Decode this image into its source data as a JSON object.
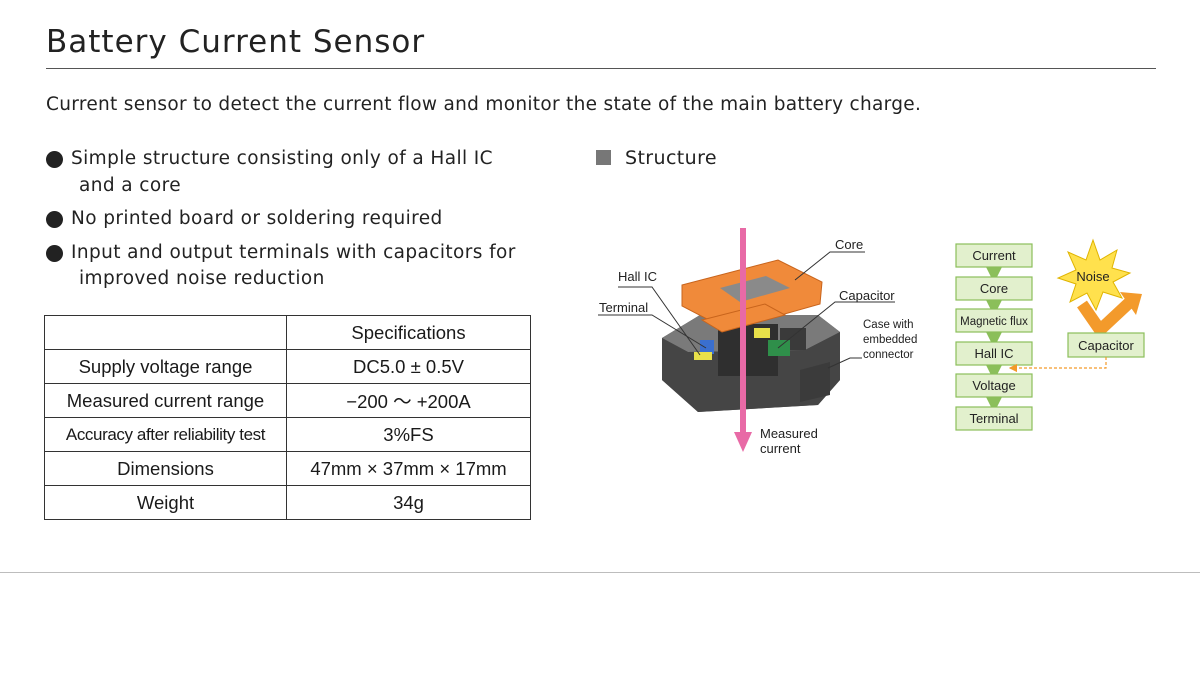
{
  "title": "Battery Current Sensor",
  "subtitle": "Current sensor to detect the current flow and monitor the state of the main battery charge.",
  "features": [
    {
      "line1": "Simple structure consisting only of a Hall IC",
      "line2": "and a core"
    },
    {
      "line1": "No printed board or soldering required",
      "line2": ""
    },
    {
      "line1": "Input and output terminals with capacitors for",
      "line2": "improved noise reduction"
    }
  ],
  "spec_table": {
    "header": "Specifications",
    "rows": [
      {
        "label": "Supply voltage range",
        "value": "DC5.0 ± 0.5V"
      },
      {
        "label": "Measured current range",
        "value": "−200 〜 +200A"
      },
      {
        "label": "Accuracy after reliability test",
        "value": "3%FS"
      },
      {
        "label": "Dimensions",
        "value": "47mm × 37mm × 17mm"
      },
      {
        "label": "Weight",
        "value": "34g"
      }
    ]
  },
  "structure": {
    "heading": "Structure",
    "labels": {
      "core": "Core",
      "hall_ic": "Hall IC",
      "terminal": "Terminal",
      "capacitor": "Capacitor",
      "case1": "Case with",
      "case2": "embedded",
      "case3": "connector",
      "measured1": "Measured",
      "measured2": "current"
    },
    "flow": [
      "Current",
      "Core",
      "Magnetic flux",
      "Hall IC",
      "Voltage",
      "Terminal"
    ],
    "noise": "Noise",
    "capacitor_box": "Capacitor",
    "colors": {
      "flow_box_fill": "#e2f0cd",
      "flow_box_stroke": "#8bbf5a",
      "current_arrow": "#e86aa6",
      "core": "#f08a3a",
      "noise_burst": "#ffe14d",
      "noise_arrow": "#f39a2b",
      "sensor_body": "#4d4d4d"
    }
  }
}
